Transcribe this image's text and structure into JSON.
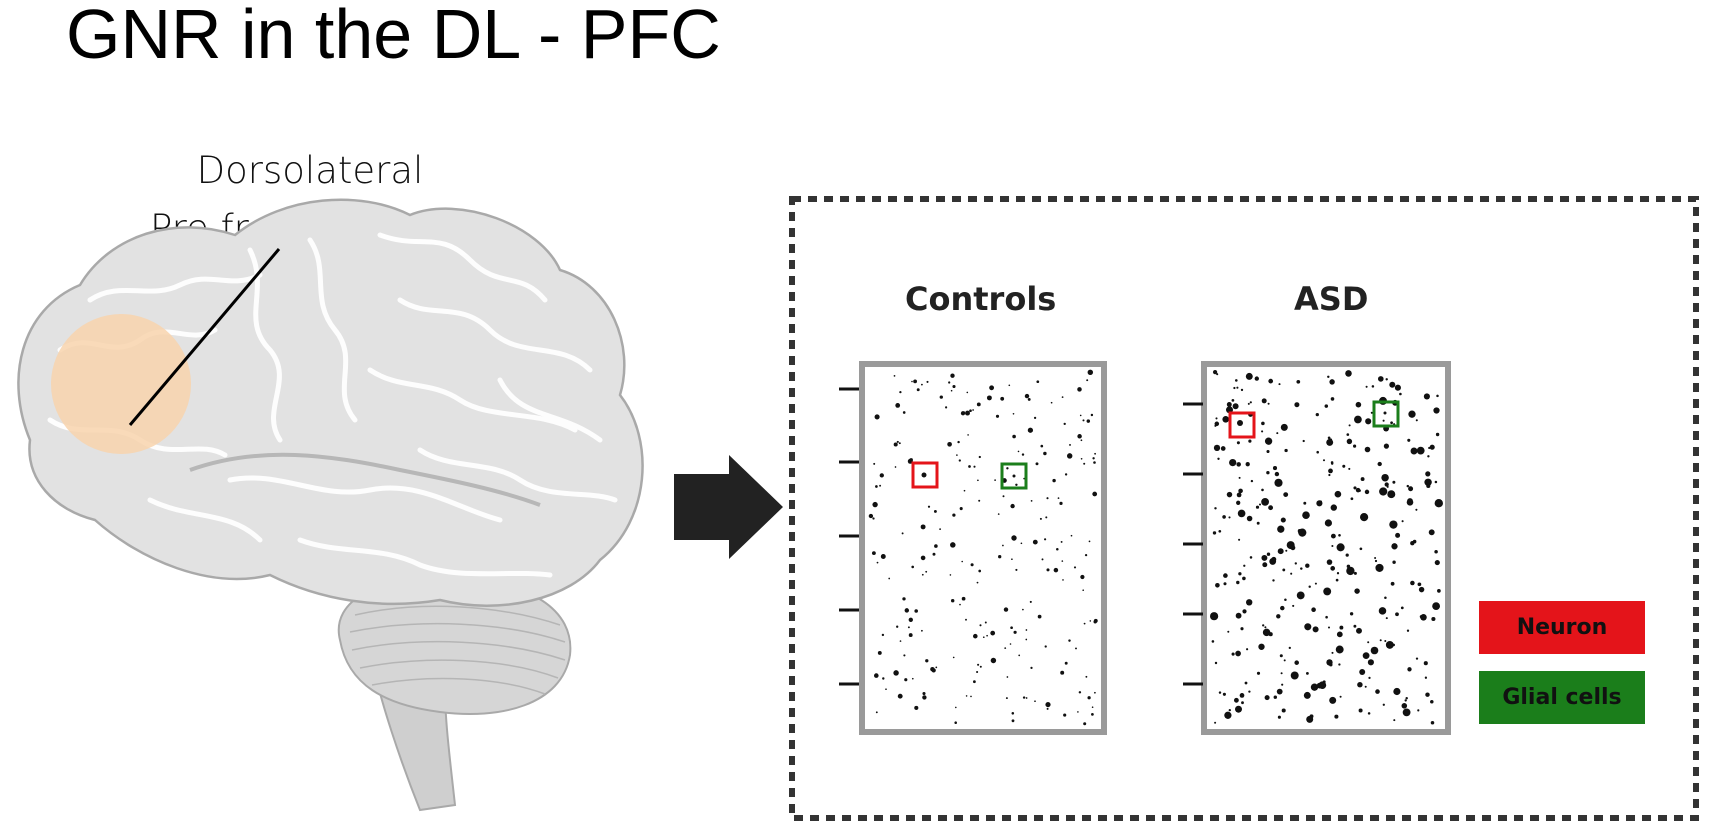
{
  "slide": {
    "title": "GNR in the DL - PFC"
  },
  "brain": {
    "region_label_line1": "Dorsolateral",
    "region_label_line2": "Pre frontal cortex",
    "region_color": "#f8d3ad"
  },
  "comparison": {
    "panels": [
      {
        "label": "Controls"
      },
      {
        "label": "ASD"
      }
    ],
    "legend": [
      {
        "label": "Neuron",
        "color": "#e4141a"
      },
      {
        "label": "Glial cells",
        "color": "#1b7e1b"
      }
    ]
  }
}
